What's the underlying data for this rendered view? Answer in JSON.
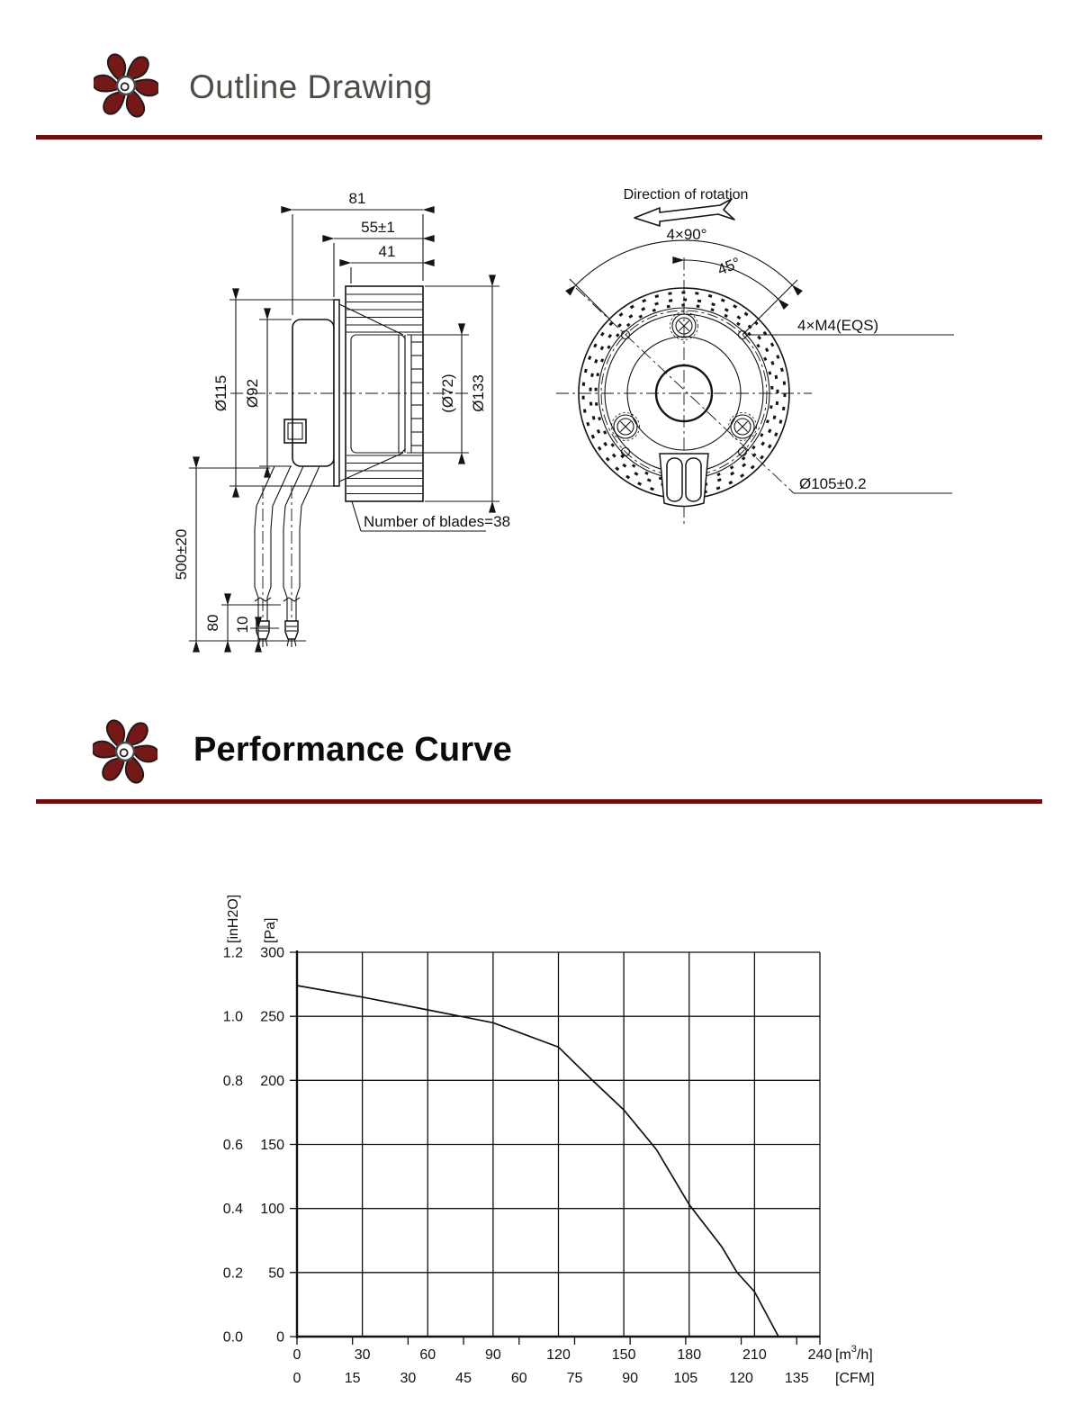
{
  "page": {
    "accent": "#6e0e0e"
  },
  "sections": {
    "outline": {
      "title": "Outline Drawing"
    },
    "performance": {
      "title": "Performance Curve"
    }
  },
  "outline_drawing": {
    "side_view": {
      "dims": {
        "width_total": "81",
        "width_motor": "55±1",
        "width_impeller": "41",
        "dia_flange": "Ø115",
        "dia_motor_body": "Ø92",
        "dia_inner": "(Ø72)",
        "dia_impeller": "Ø133",
        "cable_length": "500±20",
        "strip_length": "80",
        "tip_length": "10"
      },
      "blades_note": "Number of blades=38"
    },
    "front_view": {
      "rotation_label": "Direction of rotation",
      "mount_angle": "4×90°",
      "hole_angle": "45°",
      "screw_spec": "4×M4(EQS)",
      "bolt_circle": "Ø105±0.2"
    }
  },
  "chart_data": {
    "type": "line",
    "title": "",
    "x_axis": {
      "unit_primary_parts": [
        "[m",
        "3",
        "/h]"
      ],
      "unit_secondary": "[CFM]",
      "ticks_m3h": [
        0,
        30,
        60,
        90,
        120,
        150,
        180,
        210,
        240
      ],
      "ticks_cfm": [
        0,
        15,
        30,
        45,
        60,
        75,
        90,
        105,
        120,
        135
      ],
      "xlim": [
        0,
        240
      ],
      "cfm_to_m3h": 1.699
    },
    "y_axis": {
      "unit_primary": "[Pa]",
      "unit_secondary": "[inH2O]",
      "ticks_pa": [
        300,
        250,
        200,
        150,
        100,
        50,
        0
      ],
      "ticks_inh2o": [
        "1.2",
        "1.0",
        "0.8",
        "0.6",
        "0.4",
        "0.2",
        "0.0"
      ],
      "ylim": [
        0,
        300
      ]
    },
    "grid": true,
    "legend": null,
    "series": [
      {
        "name": "static-pressure-vs-airflow",
        "points_m3h_pa": [
          [
            0,
            274
          ],
          [
            30,
            265
          ],
          [
            60,
            255
          ],
          [
            90,
            245
          ],
          [
            120,
            226
          ],
          [
            135,
            201
          ],
          [
            150,
            177
          ],
          [
            165,
            146
          ],
          [
            180,
            103
          ],
          [
            195,
            70
          ],
          [
            202,
            50
          ],
          [
            210,
            35
          ],
          [
            221,
            0
          ]
        ]
      }
    ]
  }
}
